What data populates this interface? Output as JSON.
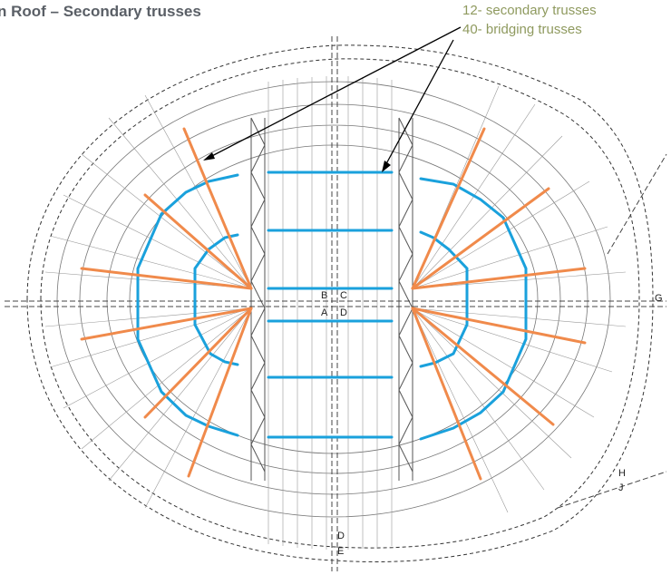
{
  "title": "n Roof – Secondary trusses",
  "legend": {
    "secondary": "12- secondary trusses",
    "bridging": "40- bridging trusses"
  },
  "grid_labels": {
    "B": "B",
    "C": "C",
    "A": "A",
    "D": "D",
    "G": "G",
    "H": "H",
    "J": "J",
    "D2": "D",
    "E": "E"
  },
  "colors": {
    "secondary_truss": "#f08a4b",
    "bridging_truss": "#1aa1dc",
    "linework": "#8a8a8a",
    "legend_text": "#8f9a5f",
    "title_text": "#5a5f66"
  }
}
